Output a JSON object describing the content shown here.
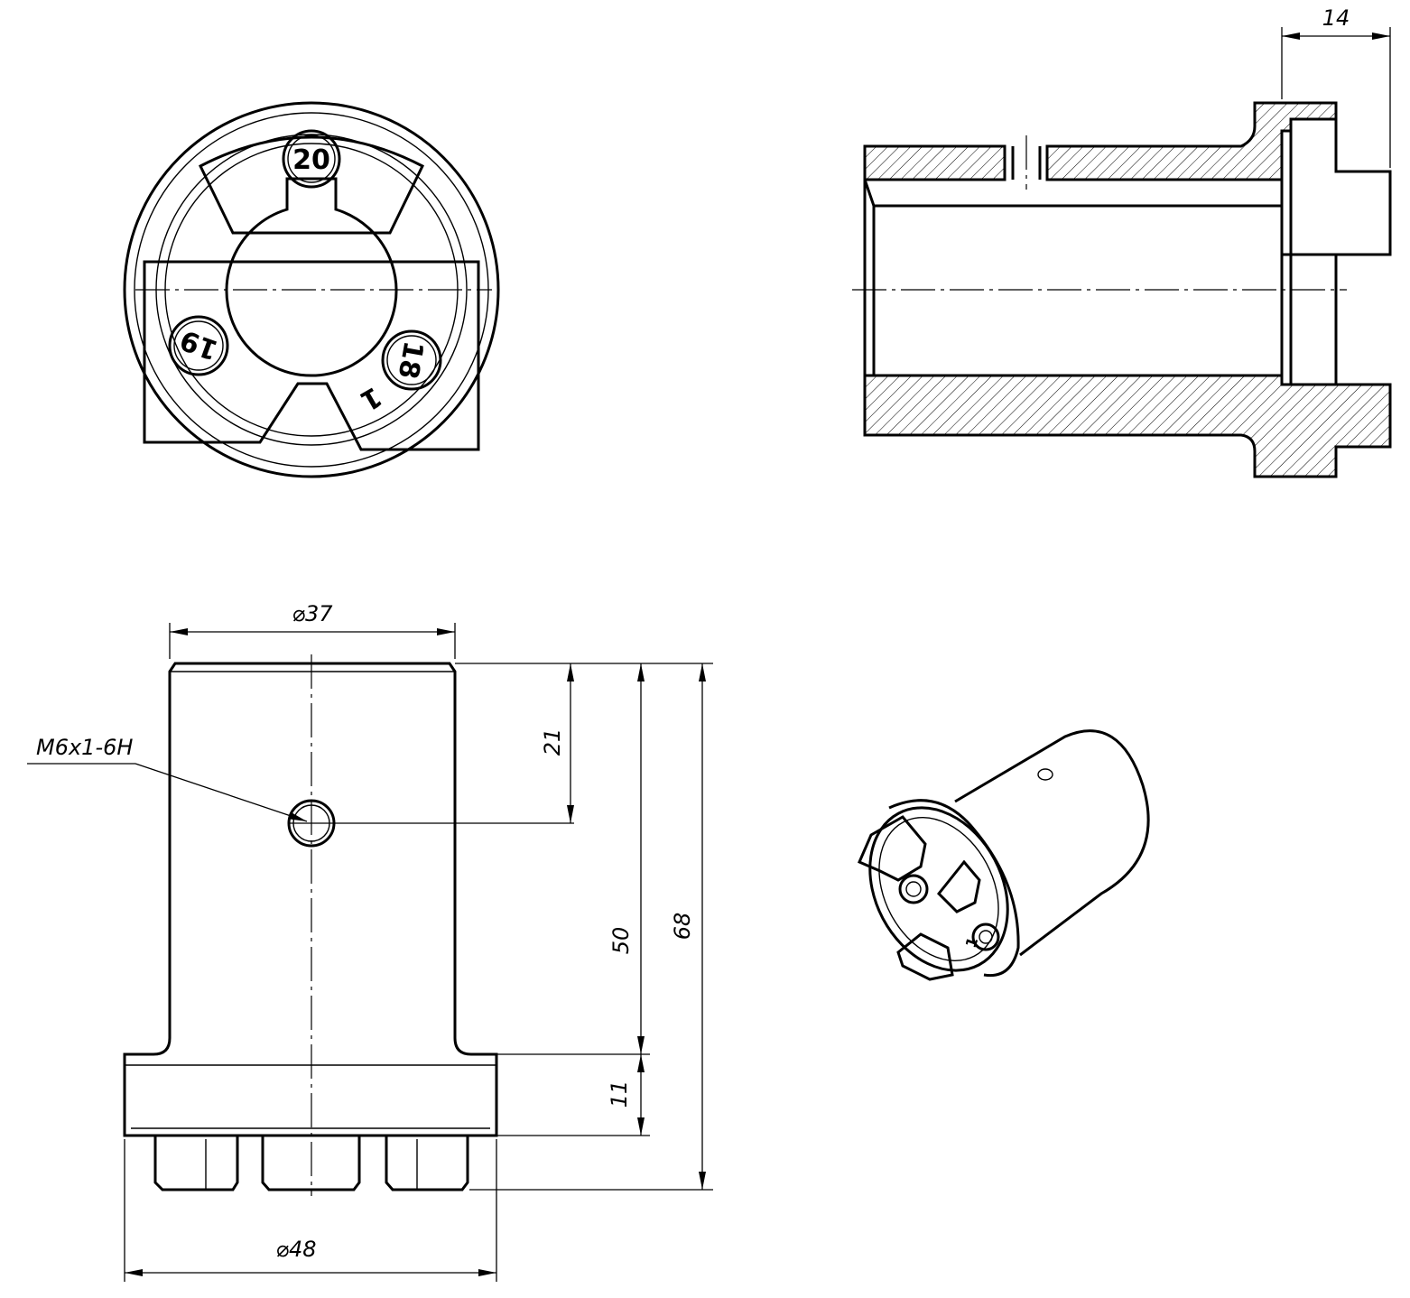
{
  "front_view": {
    "markings": {
      "top": "20",
      "left": "19",
      "right": "18",
      "bottom": "1"
    }
  },
  "section_view": {
    "dimensions": {
      "flange_width": "14"
    }
  },
  "side_view": {
    "dimensions": {
      "shank_diameter": "⌀37",
      "flange_diameter": "⌀48",
      "hole_offset": "21",
      "shank_length": "50",
      "total_length": "68",
      "flange_thickness": "11"
    },
    "thread_callout": "M6x1-6H"
  },
  "iso_view": {
    "marking": "1"
  }
}
